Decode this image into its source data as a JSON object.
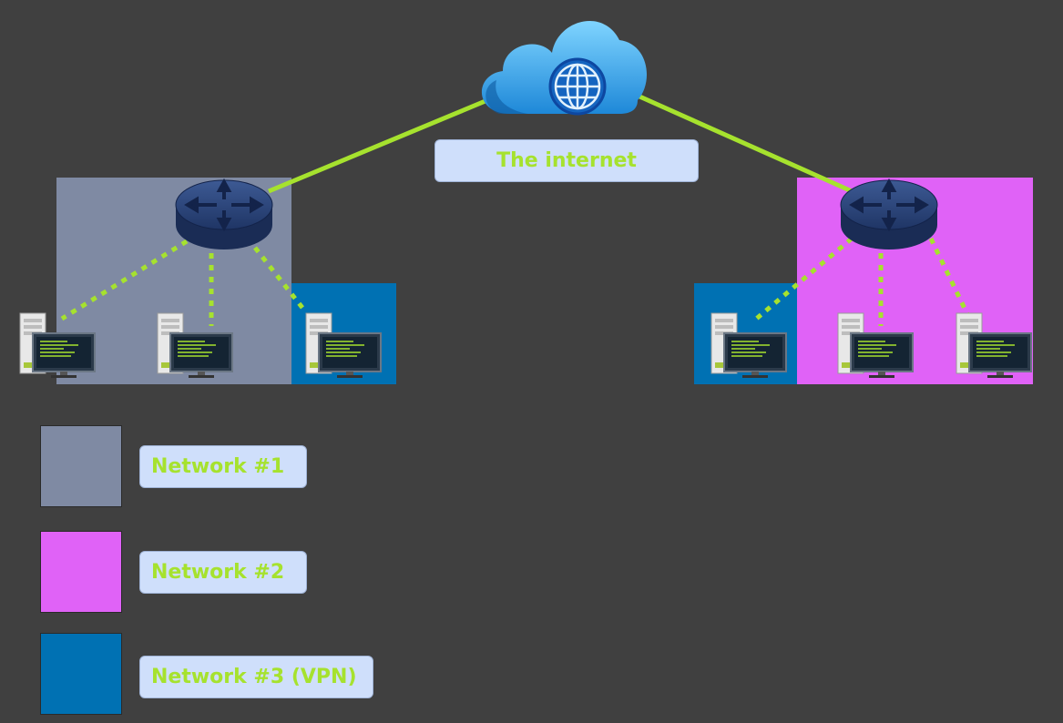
{
  "colors": {
    "background": "#404040",
    "network1": "#7f8aa3",
    "network2": "#e062f7",
    "network3": "#0071b3",
    "link": "#a6e22e",
    "label_bg": "#cfdffb",
    "label_text": "#a6e22e"
  },
  "internet": {
    "label": "The internet",
    "icon": "cloud-globe-icon"
  },
  "routers": [
    {
      "name": "router-network-1",
      "icon": "router-icon"
    },
    {
      "name": "router-network-2",
      "icon": "router-icon"
    }
  ],
  "workstations_icon": "desktop-computer-icon",
  "legend": [
    {
      "label": "Network #1",
      "color": "#7f8aa3"
    },
    {
      "label": "Network #2",
      "color": "#e062f7"
    },
    {
      "label": "Network #3 (VPN)",
      "color": "#0071b3"
    }
  ]
}
